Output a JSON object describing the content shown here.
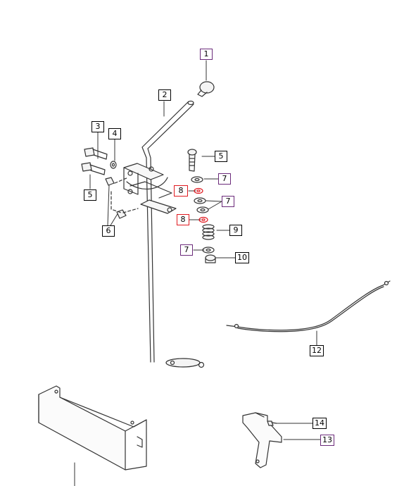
{
  "callouts": [
    {
      "id": "c1",
      "label": "1",
      "color": "purple"
    },
    {
      "id": "c2",
      "label": "2",
      "color": "black"
    },
    {
      "id": "c3",
      "label": "3",
      "color": "black"
    },
    {
      "id": "c4",
      "label": "4",
      "color": "black"
    },
    {
      "id": "c5a",
      "label": "5",
      "color": "black"
    },
    {
      "id": "c5b",
      "label": "5",
      "color": "black"
    },
    {
      "id": "c6",
      "label": "6",
      "color": "black"
    },
    {
      "id": "c7a",
      "label": "7",
      "color": "purple"
    },
    {
      "id": "c7b",
      "label": "7",
      "color": "purple"
    },
    {
      "id": "c7c",
      "label": "7",
      "color": "purple"
    },
    {
      "id": "c8a",
      "label": "8",
      "color": "red"
    },
    {
      "id": "c8b",
      "label": "8",
      "color": "red"
    },
    {
      "id": "c9",
      "label": "9",
      "color": "black"
    },
    {
      "id": "c10",
      "label": "10",
      "color": "black"
    },
    {
      "id": "c12",
      "label": "12",
      "color": "black"
    },
    {
      "id": "c13",
      "label": "13",
      "color": "purple"
    },
    {
      "id": "c14",
      "label": "14",
      "color": "black"
    }
  ],
  "colors": {
    "line": "#333333",
    "purple": "#6b2a7a",
    "red": "#e0191f",
    "black": "#000000"
  }
}
